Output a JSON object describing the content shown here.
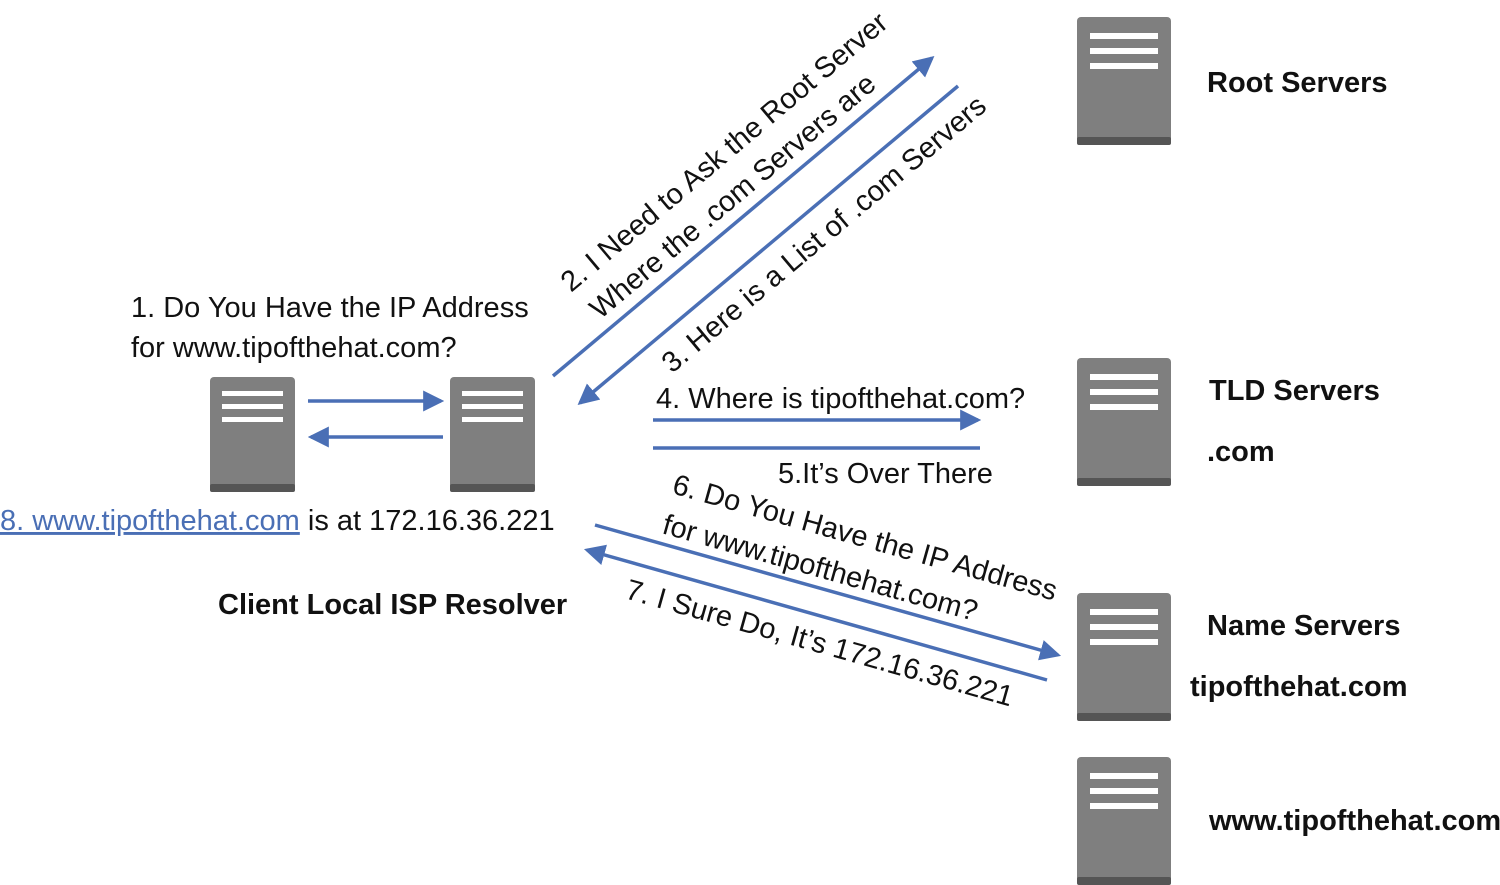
{
  "servers": {
    "client": {
      "caption": ""
    },
    "resolver": {
      "caption": "Client Local ISP Resolver"
    },
    "root": {
      "caption": "Root Servers",
      "subcaption": ""
    },
    "tld": {
      "caption": "TLD Servers",
      "subcaption": ".com"
    },
    "name": {
      "caption": "Name Servers",
      "subcaption": "tipofthehat.com"
    },
    "www": {
      "caption": "www.tipofthehat.com",
      "subcaption": ""
    }
  },
  "steps": {
    "s1_line1": "1. Do You Have the IP Address",
    "s1_line2": "for www.tipofthehat.com?",
    "s2_line1": "2. I Need to Ask the Root Server",
    "s2_line2": "Where the .com Servers are",
    "s3": "3. Here is a List of .com Servers",
    "s4": "4. Where is tipofthehat.com?",
    "s5": "5.It’s Over There",
    "s6_line1": "6. Do You Have the IP Address",
    "s6_line2": "for www.tipofthehat.com?",
    "s7": "7. I Sure Do, It’s 172.16.36.221",
    "s8_link": "8. www.tipofthehat.com",
    "s8_rest": " is at 172.16.36.221"
  },
  "colors": {
    "arrow": "#4a6fb5",
    "server_body": "#7f7f7f",
    "server_base": "#555555",
    "link": "#4a6fb5"
  },
  "icons": [
    "server-icon",
    "arrow-right-icon",
    "arrow-left-icon"
  ]
}
